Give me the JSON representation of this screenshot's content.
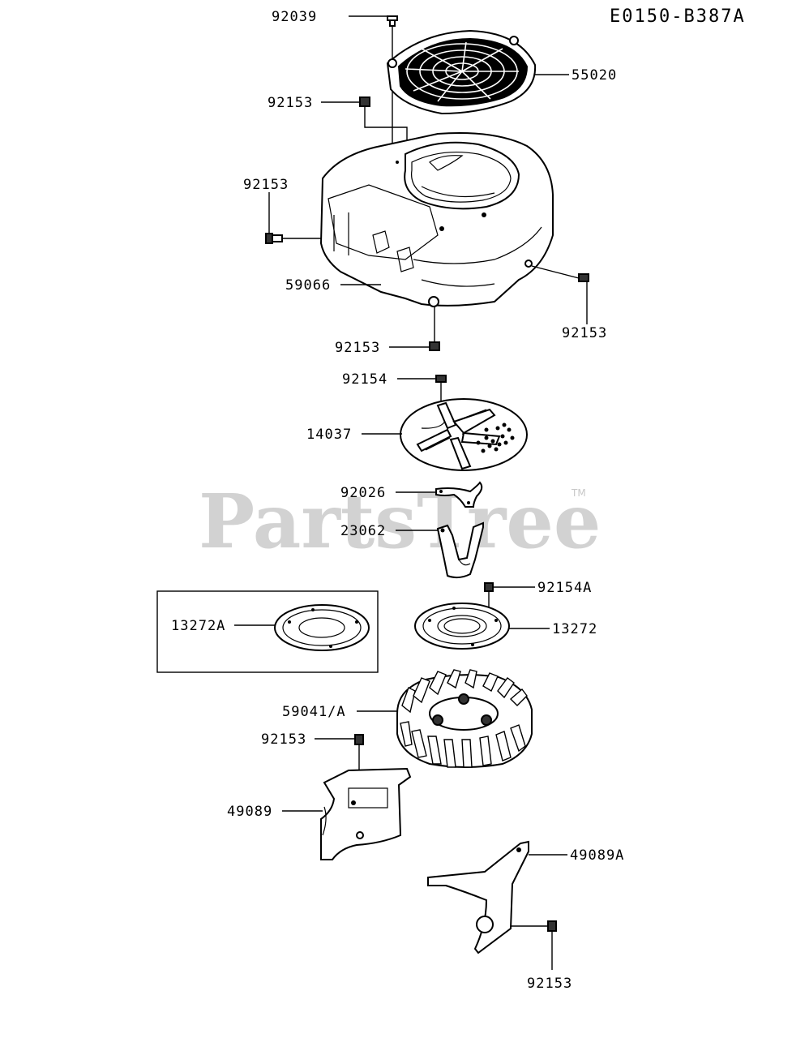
{
  "diagram_code": "E0150-B387A",
  "watermark": {
    "brand": "PartsTree",
    "trademark": "TM"
  },
  "callouts": {
    "c92039": "92039",
    "c55020": "55020",
    "c92153_a": "92153",
    "c92153_b": "92153",
    "c59066": "59066",
    "c92153_c": "92153",
    "c92153_d": "92153",
    "c92154": "92154",
    "c14037": "14037",
    "c92026": "92026",
    "c23062": "23062",
    "c92154A": "92154A",
    "c13272A": "13272A",
    "c13272": "13272",
    "c59041A": "59041/A",
    "c92153_e": "92153",
    "c49089": "49089",
    "c49089A": "49089A",
    "c92153_f": "92153"
  }
}
